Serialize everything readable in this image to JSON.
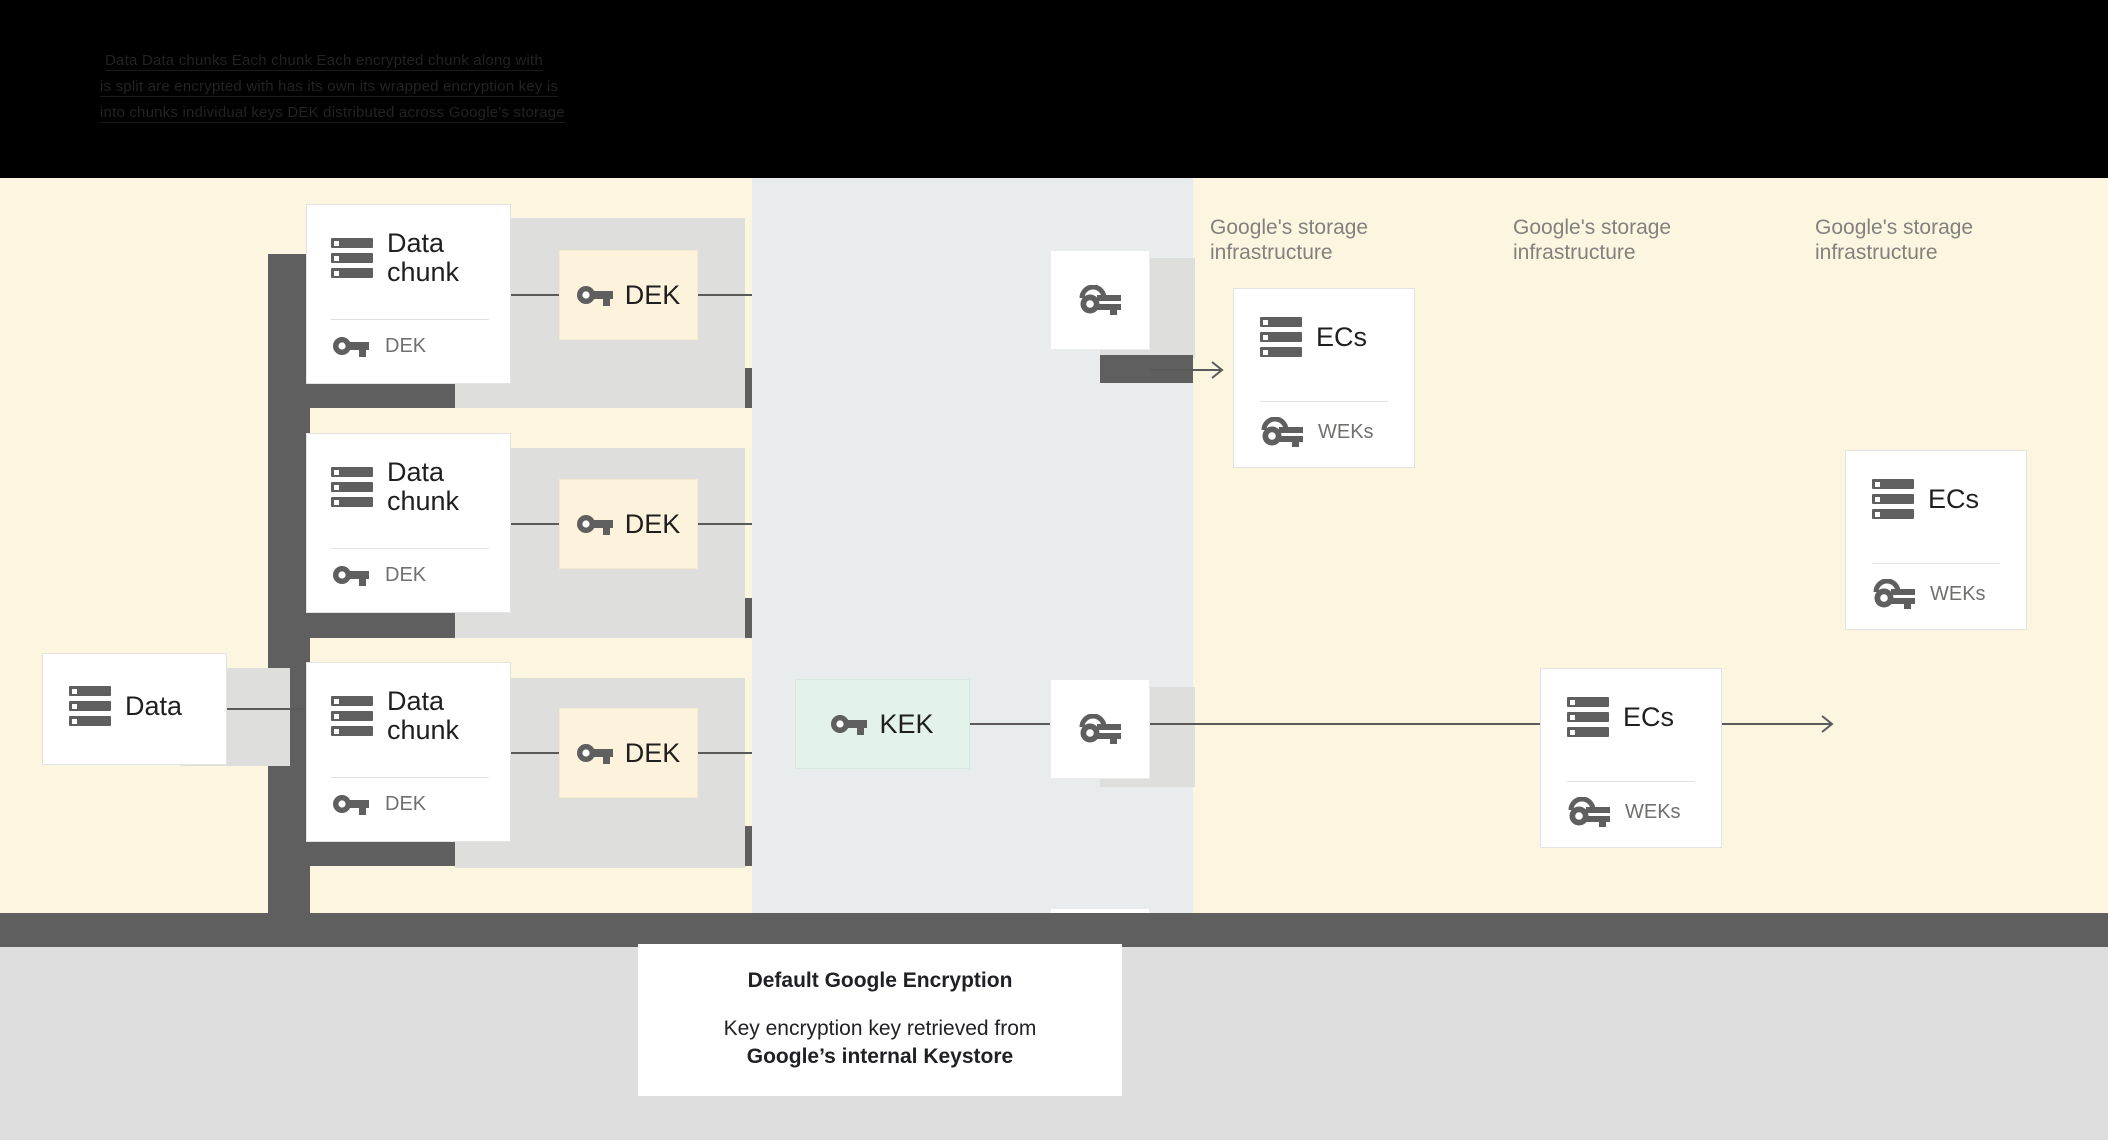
{
  "header": {
    "rows": [
      "Data        Data chunks        Each chunk        Each encrypted chunk along with",
      "is split    are encrypted with  has its own       its wrapped encryption key is",
      "into chunks individual keys     DEK              distributed across Google's storage"
    ]
  },
  "diagram": {
    "source": {
      "title": "Data",
      "icon": "storage-icon"
    },
    "chunks": [
      {
        "title": "Data\nchunk",
        "key_label": "DEK",
        "key_icon": "key-icon"
      },
      {
        "title": "Data\nchunk",
        "key_label": "DEK",
        "key_icon": "key-icon"
      },
      {
        "title": "Data\nchunk",
        "key_label": "DEK",
        "key_icon": "key-icon"
      }
    ],
    "deks": [
      {
        "label": "DEK",
        "icon": "key-icon"
      },
      {
        "label": "DEK",
        "icon": "key-icon"
      },
      {
        "label": "DEK",
        "icon": "key-icon"
      }
    ],
    "kek": {
      "label": "KEK",
      "icon": "key-icon"
    },
    "wrapped_keys": [
      {
        "icon": "wrapped-key-icon"
      },
      {
        "icon": "wrapped-key-icon"
      },
      {
        "icon": "wrapped-key-icon"
      }
    ],
    "infra_labels": [
      "Google's storage\ninfrastructure",
      "Google's storage\ninfrastructure",
      "Google's storage\ninfrastructure"
    ],
    "ec_cards": [
      {
        "title": "ECs",
        "key_label": "WEKs",
        "icon": "storage-icon",
        "key_icon": "wrapped-key-icon"
      },
      {
        "title": "ECs",
        "key_label": "WEKs",
        "icon": "storage-icon",
        "key_icon": "wrapped-key-icon"
      },
      {
        "title": "ECs",
        "key_label": "WEKs",
        "icon": "storage-icon",
        "key_icon": "wrapped-key-icon"
      }
    ],
    "colors": {
      "band_cream": "#fcf5e0",
      "band_blue": "#e8ecec",
      "dek_fill": "#fdf3dc",
      "kek_fill": "#e3f2ea",
      "dark_gray": "#5f5f5f",
      "shadow_gray": "#dededd"
    }
  },
  "caption": {
    "title": "Default Google Encryption",
    "line1": "Key encryption key retrieved from",
    "line2": "Google’s internal Keystore"
  }
}
